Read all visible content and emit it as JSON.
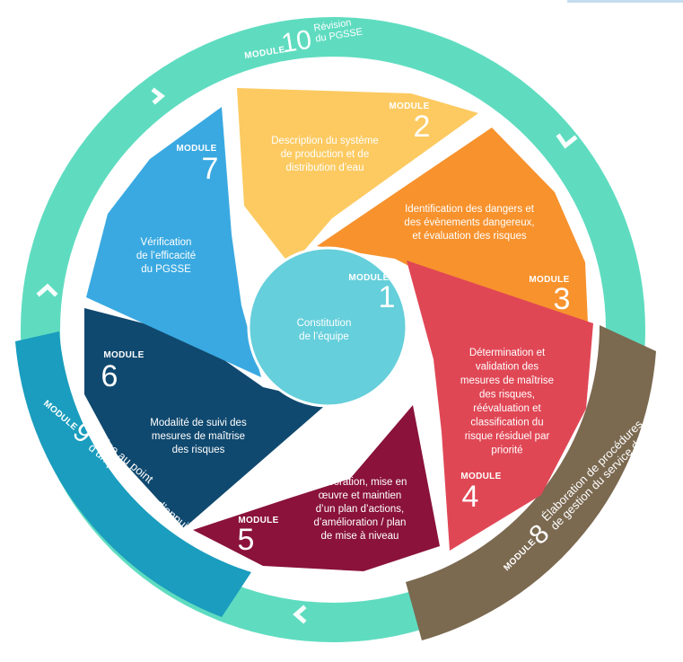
{
  "module_word": "MODULE",
  "colors": {
    "ring": "#5fdcc0",
    "ring_chevron": "#ffffff",
    "m1": "#65cfdb",
    "m2": "#fcca61",
    "m3": "#f7922d",
    "m4": "#e04755",
    "m5": "#8a123b",
    "m6": "#10496f",
    "m7": "#3aa9e1",
    "m8": "#7b6950",
    "m9": "#1a9dbe"
  },
  "modules": {
    "m1": {
      "number": "1",
      "lines": [
        "Constitution",
        "de l’équipe"
      ]
    },
    "m2": {
      "number": "2",
      "lines": [
        "Description du système",
        "de production et de",
        "distribution d’eau"
      ]
    },
    "m3": {
      "number": "3",
      "lines": [
        "Identification des dangers et",
        "des évènements dangereux,",
        "et évaluation des risques"
      ]
    },
    "m4": {
      "number": "4",
      "lines": [
        "Détermination et",
        "validation des",
        "mesures de maîtrise",
        "des risques,",
        "réévaluation et",
        "classification du",
        "risque résiduel par",
        "priorité"
      ]
    },
    "m5": {
      "number": "5",
      "lines": [
        "Élaboration, mise en",
        "œuvre et maintien",
        "d’un plan d’actions,",
        "d’amélioration / plan",
        "de mise à niveau"
      ]
    },
    "m6": {
      "number": "6",
      "lines": [
        "Modalité de suivi des",
        "mesures de maîtrise",
        "des risques"
      ]
    },
    "m7": {
      "number": "7",
      "lines": [
        "Vérification",
        "de l’efficacité",
        "du PGSSE"
      ]
    },
    "m8": {
      "number": "8",
      "lines": [
        "Élaboration de procédures",
        "de gestion du service de l’eau"
      ]
    },
    "m9": {
      "number": "9",
      "lines": [
        "Mise au point",
        "d’un programme d’appui"
      ]
    },
    "m10": {
      "number": "10",
      "lines": [
        "Révision",
        "du PGSSE"
      ]
    }
  }
}
